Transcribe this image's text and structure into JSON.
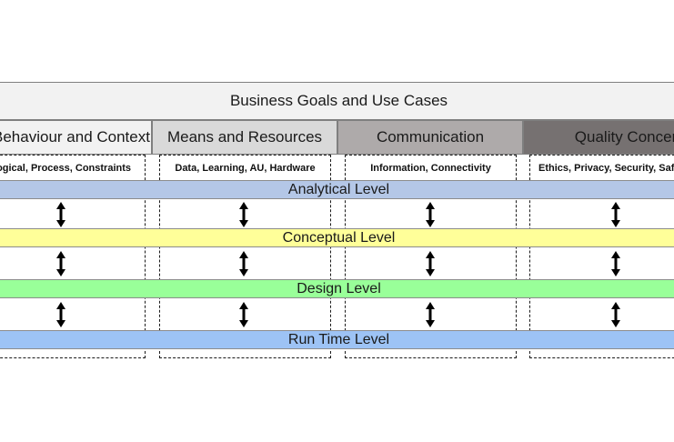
{
  "header": {
    "title": "Business Goals and Use Cases"
  },
  "columns": [
    {
      "title": "Behaviour and Context",
      "subtitle": "Logical, Process, Constraints",
      "bg": "#f2f2f2",
      "fg": "#1a1a1a"
    },
    {
      "title": "Means and Resources",
      "subtitle": "Data, Learning, AU, Hardware",
      "bg": "#d9d9d9",
      "fg": "#1a1a1a"
    },
    {
      "title": "Communication",
      "subtitle": "Information, Connectivity",
      "bg": "#aeaaaa",
      "fg": "#1a1a1a"
    },
    {
      "title": "Quality Concerns",
      "subtitle": "Ethics, Privacy, Security, Safety",
      "bg": "#767171",
      "fg": "#1a1a1a"
    }
  ],
  "levels": [
    {
      "label": "Analytical Level",
      "color": "#b4c7e7"
    },
    {
      "label": "Conceptual Level",
      "color": "#ffff99"
    },
    {
      "label": "Design Level",
      "color": "#99ff99"
    },
    {
      "label": "Run Time Level",
      "color": "#9dc3f5"
    }
  ]
}
